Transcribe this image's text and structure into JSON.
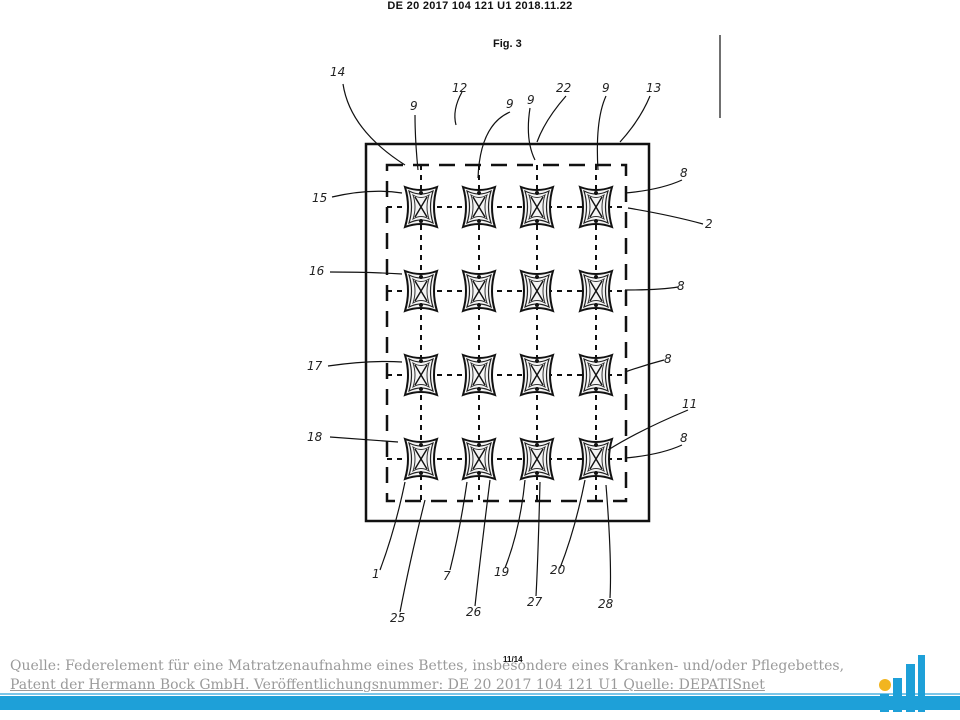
{
  "header": {
    "patent_line": "DE 20 2017 104 121 U1    2018.11.22"
  },
  "figure": {
    "label": "Fig. 3",
    "page": "11/14",
    "refs": {
      "r14": "14",
      "r12": "12",
      "r9a": "9",
      "r9b": "9",
      "r9c": "9",
      "r22": "22",
      "r9d": "9",
      "r13": "13",
      "r15": "15",
      "r8a": "8",
      "r2": "2",
      "r16": "16",
      "r8b": "8",
      "r17": "17",
      "r8c": "8",
      "r11": "11",
      "r18": "18",
      "r8d": "8",
      "r1": "1",
      "r7": "7",
      "r19": "19",
      "r20": "20",
      "r25": "25",
      "r26": "26",
      "r27": "27",
      "r28": "28"
    }
  },
  "caption": {
    "line1": "Quelle: Federelement für eine Matratzenaufnahme eines Bettes, insbesondere eines Kranken- und/oder Pflegebettes,",
    "line2": "Patent der Hermann Bock GmbH. Veröffentlichungsnummer: DE 20 2017 104 121 U1 Quelle: DEPATISnet"
  },
  "colors": {
    "footer_bar": "#1ea0d8",
    "caption_text": "#9a9a9a"
  },
  "logo": {
    "icon": "company-logo-icon"
  }
}
